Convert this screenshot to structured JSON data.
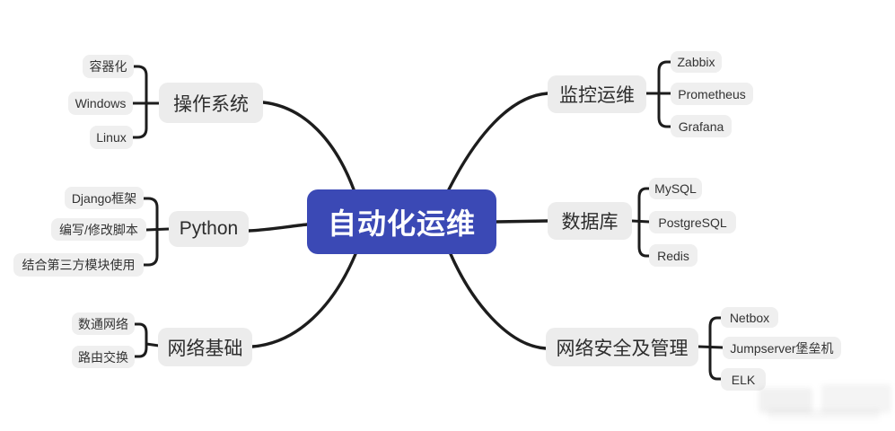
{
  "root": {
    "label": "自动化运维"
  },
  "branches": [
    {
      "label": "操作系统",
      "side": "left",
      "children": [
        "容器化",
        "Windows",
        "Linux"
      ]
    },
    {
      "label": "Python",
      "side": "left",
      "children": [
        "Django框架",
        "编写/修改脚本",
        "结合第三方模块使用"
      ]
    },
    {
      "label": "网络基础",
      "side": "left",
      "children": [
        "数通网络",
        "路由交换"
      ]
    },
    {
      "label": "监控运维",
      "side": "right",
      "children": [
        "Zabbix",
        "Prometheus",
        "Grafana"
      ]
    },
    {
      "label": "数据库",
      "side": "right",
      "children": [
        "MySQL",
        "PostgreSQL",
        "Redis"
      ]
    },
    {
      "label": "网络安全及管理",
      "side": "right",
      "children": [
        "Netbox",
        "Jumpserver堡垒机",
        "ELK"
      ]
    }
  ],
  "colors": {
    "root_bg": "#3b49b5",
    "root_text": "#ffffff",
    "node_bg": "#ececec",
    "node_text": "#2d2d2d",
    "line": "#1d1d1d",
    "canvas_bg": "#ffffff"
  }
}
